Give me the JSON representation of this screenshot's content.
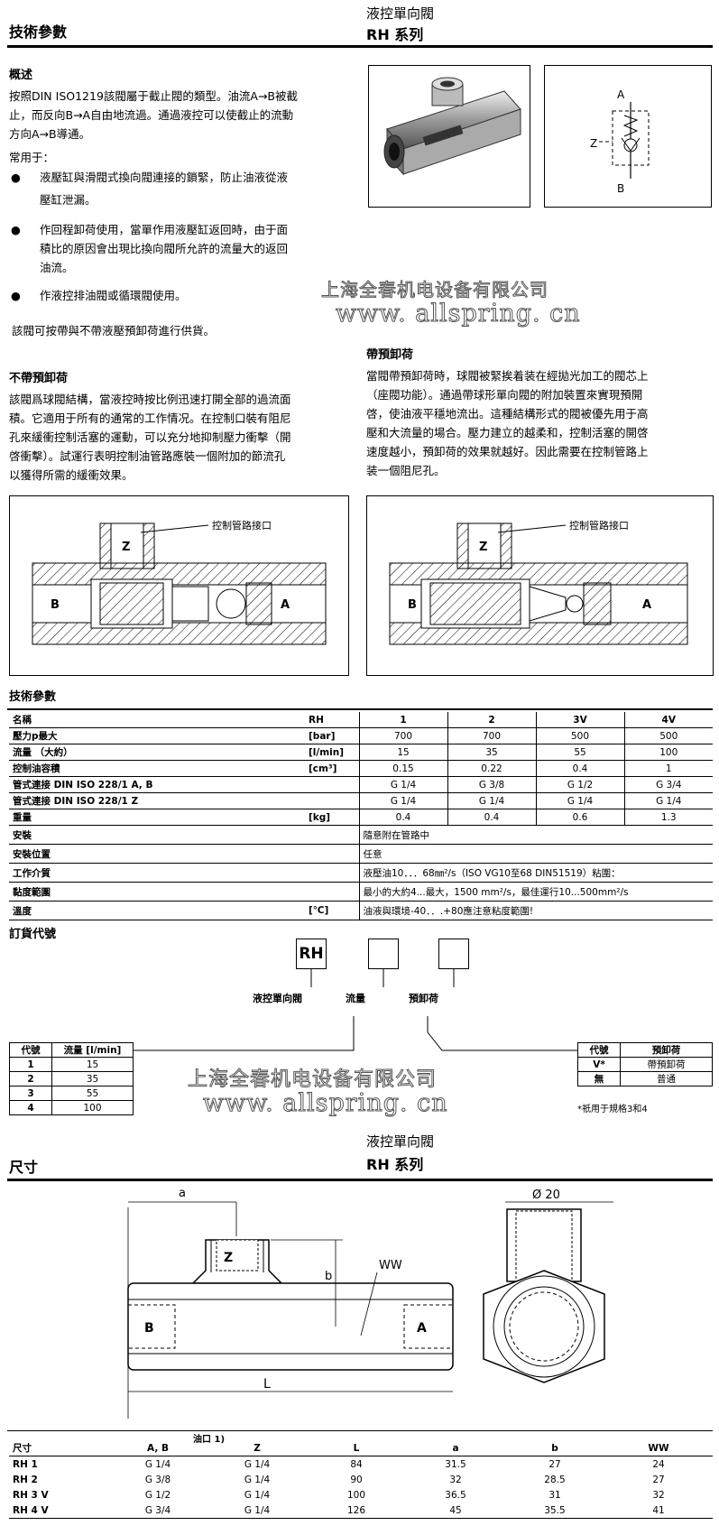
{
  "header": {
    "left_title": "技術參數",
    "right_title_1": "液控單向閥",
    "right_title_2": "RH 系列"
  },
  "overview": {
    "heading": "概述",
    "para_lines": [
      "按照DIN ISO1219該閥屬于截止閥的類型。油流A→B被截",
      "止，而反向B→A自由地流過。通過液控可以使截止的流動",
      "方向A→B導通。"
    ],
    "usage_label": "常用于：",
    "bullets": [
      [
        "液壓缸與滑閥式換向閥連接的鎖緊，防止油液從液",
        "壓缸泄漏。"
      ],
      [
        "作回程卸荷使用，當單作用液壓缸返回時，由于面",
        "積比的原因會出現比換向閥所允許的流量大的返回",
        "油流。"
      ],
      [
        "作液控排油閥或循環閥使用。"
      ]
    ],
    "supply_note": "該閥可按帶與不帶液壓預卸荷進行供貨。"
  },
  "schematic": {
    "label_a": "A",
    "label_b": "B",
    "label_z": "Z"
  },
  "watermark": {
    "company": "上海全春机电设备有限公司",
    "url": "www. allspring. cn"
  },
  "without_decompression": {
    "heading": "不帶預卸荷",
    "lines": [
      "該閥爲球閥結構，當液控時按比例迅速打開全部的過流面",
      "積。它適用于所有的通常的工作情况。在控制口裝有阻尼",
      "孔來緩衝控制活塞的運動，可以充分地抑制壓力衝擊（開",
      "啓衝擊）。試運行表明控制油管路應裝一個附加的節流孔",
      "以獲得所需的緩衝效果。"
    ]
  },
  "with_decompression": {
    "heading": "帶預卸荷",
    "lines": [
      "當閥帶預卸荷時，球閥被緊挨着装在經拋光加工的閥芯上",
      "（座閥功能）。通過帶球形單向閥的附加裝置來實現預開",
      "啓，使油液平穩地流出。這種結構形式的閥被優先用于高",
      "壓和大流量的場合。壓力建立的越柔和，控制活塞的開啓",
      "速度越小，預卸荷的效果就越好。因此需要在控制管路上",
      "装一個阻尼孔。"
    ]
  },
  "section_drawing": {
    "port_label": "控制管路接口",
    "z": "Z",
    "a": "A",
    "b": "B"
  },
  "tech_params": {
    "heading": "技術參數",
    "header": [
      "名稱",
      "RH",
      "1",
      "2",
      "3V",
      "4V"
    ],
    "rows": [
      [
        "壓力p最大",
        "[bar]",
        "700",
        "700",
        "500",
        "500"
      ],
      [
        "流量 （大約）",
        "[l/min]",
        "15",
        "35",
        "55",
        "100"
      ],
      [
        "控制油容積",
        "[cm³]",
        "0.15",
        "0.22",
        "0.4",
        "1"
      ],
      [
        "管式連接 DIN ISO 228/1 A, B",
        "",
        "G 1/4",
        "G 3/8",
        "G 1/2",
        "G 3/4"
      ],
      [
        "管式連接 DIN ISO 228/1 Z",
        "",
        "G 1/4",
        "G 1/4",
        "G 1/4",
        "G 1/4"
      ],
      [
        "重量",
        "[kg]",
        "0.4",
        "0.4",
        "0.6",
        "1.3"
      ]
    ],
    "span_rows": [
      [
        "安裝",
        "",
        "隨意附在管路中"
      ],
      [
        "安裝位置",
        "",
        "任意"
      ],
      [
        "工作介質",
        "",
        "液壓油10．．．68㎜²/s（ISO VG10至68 DIN51519）粘圍："
      ],
      [
        "黏度範圍",
        "",
        "最小的大約4...最大，1500 mm²/s，最佳運行10...500mm²/s"
      ],
      [
        "溫度",
        "[℃]",
        "油液與環境-40．．.+80應注意粘度範圍!"
      ]
    ]
  },
  "ordering": {
    "heading": "訂貨代號",
    "box1": "RH",
    "label1": "液控單向閥",
    "label2": "流量",
    "label3": "預卸荷",
    "flow_table_header": [
      "代號",
      "流量 [l/min]"
    ],
    "flow_table": [
      [
        "1",
        "15"
      ],
      [
        "2",
        "35"
      ],
      [
        "3",
        "55"
      ],
      [
        "4",
        "100"
      ]
    ],
    "decomp_table_header": [
      "代號",
      "預卸荷"
    ],
    "decomp_table": [
      [
        "V*",
        "帶預卸荷"
      ],
      [
        "無",
        "普通"
      ]
    ],
    "decomp_note": "*祇用于規格3和4"
  },
  "dimensions": {
    "left_title": "尺寸",
    "right_title_1": "液控單向閥",
    "right_title_2": "RH 系列",
    "drawing": {
      "a": "a",
      "b": "b",
      "ww": "WW",
      "l": "L",
      "z": "Z",
      "port_a": "A",
      "port_b": "B",
      "dia": "Ø 20"
    },
    "table_group": "油口 1)",
    "header": [
      "尺寸",
      "A, B",
      "Z",
      "L",
      "a",
      "b",
      "WW"
    ],
    "rows": [
      [
        "RH 1",
        "G 1/4",
        "G 1/4",
        "84",
        "31.5",
        "27",
        "24"
      ],
      [
        "RH 2",
        "G 3/8",
        "G 1/4",
        "90",
        "32",
        "28.5",
        "27"
      ],
      [
        "RH 3 V",
        "G 1/2",
        "G 1/4",
        "100",
        "36.5",
        "31",
        "32"
      ],
      [
        "RH 4 V",
        "G 3/4",
        "G 1/4",
        "126",
        "45",
        "35.5",
        "41"
      ]
    ]
  }
}
